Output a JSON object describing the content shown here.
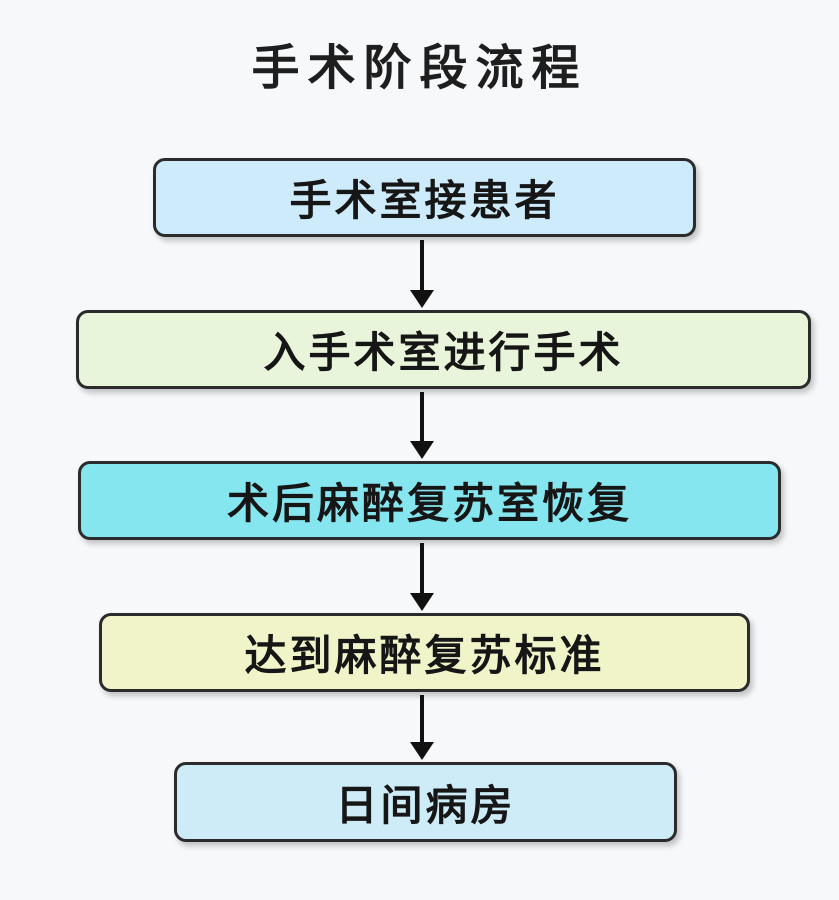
{
  "title": "手术阶段流程",
  "steps": [
    {
      "label": "手术室接患者",
      "color": "#cdebfa"
    },
    {
      "label": "入手术室进行手术",
      "color": "#e9f5da"
    },
    {
      "label": "术后麻醉复苏室恢复",
      "color": "#86e6ef"
    },
    {
      "label": "达到麻醉复苏标准",
      "color": "#f0f4c8"
    },
    {
      "label": "日间病房",
      "color": "#cdecf8"
    }
  ],
  "connector_icon": "arrow-down-icon"
}
